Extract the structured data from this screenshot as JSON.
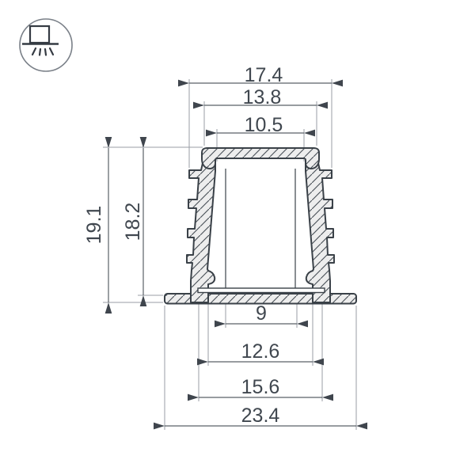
{
  "icon": {
    "name": "recessed-mount-light-icon"
  },
  "drawing": {
    "dimensions": {
      "top": [
        {
          "value": "17.4"
        },
        {
          "value": "13.8"
        },
        {
          "value": "10.5"
        }
      ],
      "left": [
        {
          "value": "19.1"
        },
        {
          "value": "18.2"
        }
      ],
      "bottom": [
        {
          "value": "9"
        },
        {
          "value": "12.6"
        },
        {
          "value": "15.6"
        },
        {
          "value": "23.4"
        }
      ]
    },
    "colors": {
      "outline": "#3a4148",
      "fill": "#ededed",
      "dimension_line": "#5b6168",
      "extension_line": "#989ea6",
      "text": "#40474f",
      "background": "#ffffff"
    }
  }
}
